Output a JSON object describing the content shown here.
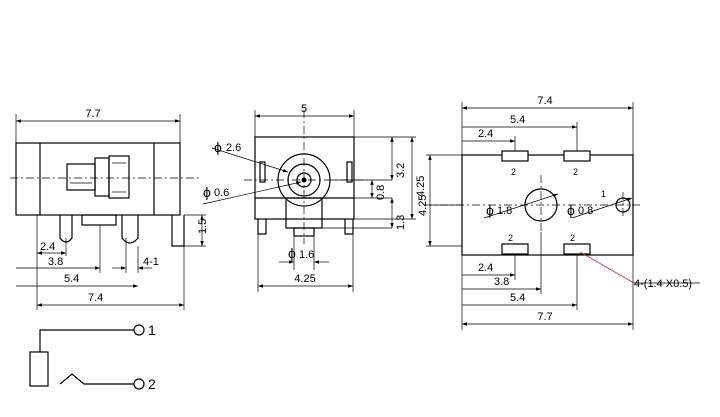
{
  "left_view": {
    "dim_width_top": "7.7",
    "dim_2_4": "2.4",
    "dim_3_8": "3.8",
    "dim_4_1": "4-1",
    "dim_5_4": "5.4",
    "dim_7_4": "7.4",
    "dim_1_5": "1.5"
  },
  "front_view": {
    "dim_5": "5",
    "dim_phi_2_6": "2.6",
    "dim_phi_0_6": "0.6",
    "dim_3_2": "3.2",
    "dim_0_8": "0.8",
    "dim_4_25_right": "4.25",
    "dim_1_3": "1.3",
    "dim_phi_1_6": "1.6",
    "dim_4_25_bottom": "4.25",
    "phi_symbol": "ϕ"
  },
  "right_view": {
    "dim_7_4": "7.4",
    "dim_5_4_top": "5.4",
    "dim_2_4_top": "2.4",
    "dim_4_25": "4.25",
    "dim_phi_1_8": "1.8",
    "dim_phi_0_8": "0.8",
    "pin_label_1": "1",
    "pin_label_2": "2",
    "pad_note": "4-(1.4 X0.5)",
    "dim_2_4_bottom": "2.4",
    "dim_3_8": "3.8",
    "dim_5_4_bottom": "5.4",
    "dim_7_7": "7.7"
  },
  "schematic": {
    "pin_1": "1",
    "pin_2": "2"
  }
}
